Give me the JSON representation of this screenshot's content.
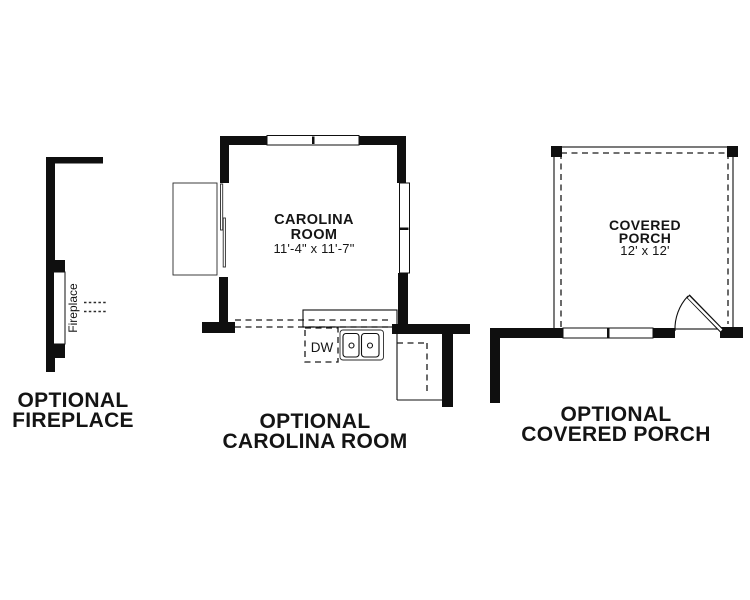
{
  "background_color": "#ffffff",
  "wall_color": "#0f0f0f",
  "plans": {
    "fireplace": {
      "title_line1": "OPTIONAL",
      "title_line2": "FIREPLACE",
      "feature_label": "Fireplace"
    },
    "carolina_room": {
      "room_name_line1": "CAROLINA",
      "room_name_line2": "ROOM",
      "room_dimensions": "11'-4\" x 11'-7\"",
      "dishwasher_label": "DW",
      "title_line1": "OPTIONAL",
      "title_line2": "CAROLINA ROOM"
    },
    "covered_porch": {
      "room_name_line1": "COVERED",
      "room_name_line2": "PORCH",
      "room_dimensions": "12' x 12'",
      "title_line1": "OPTIONAL",
      "title_line2": "COVERED PORCH"
    }
  }
}
